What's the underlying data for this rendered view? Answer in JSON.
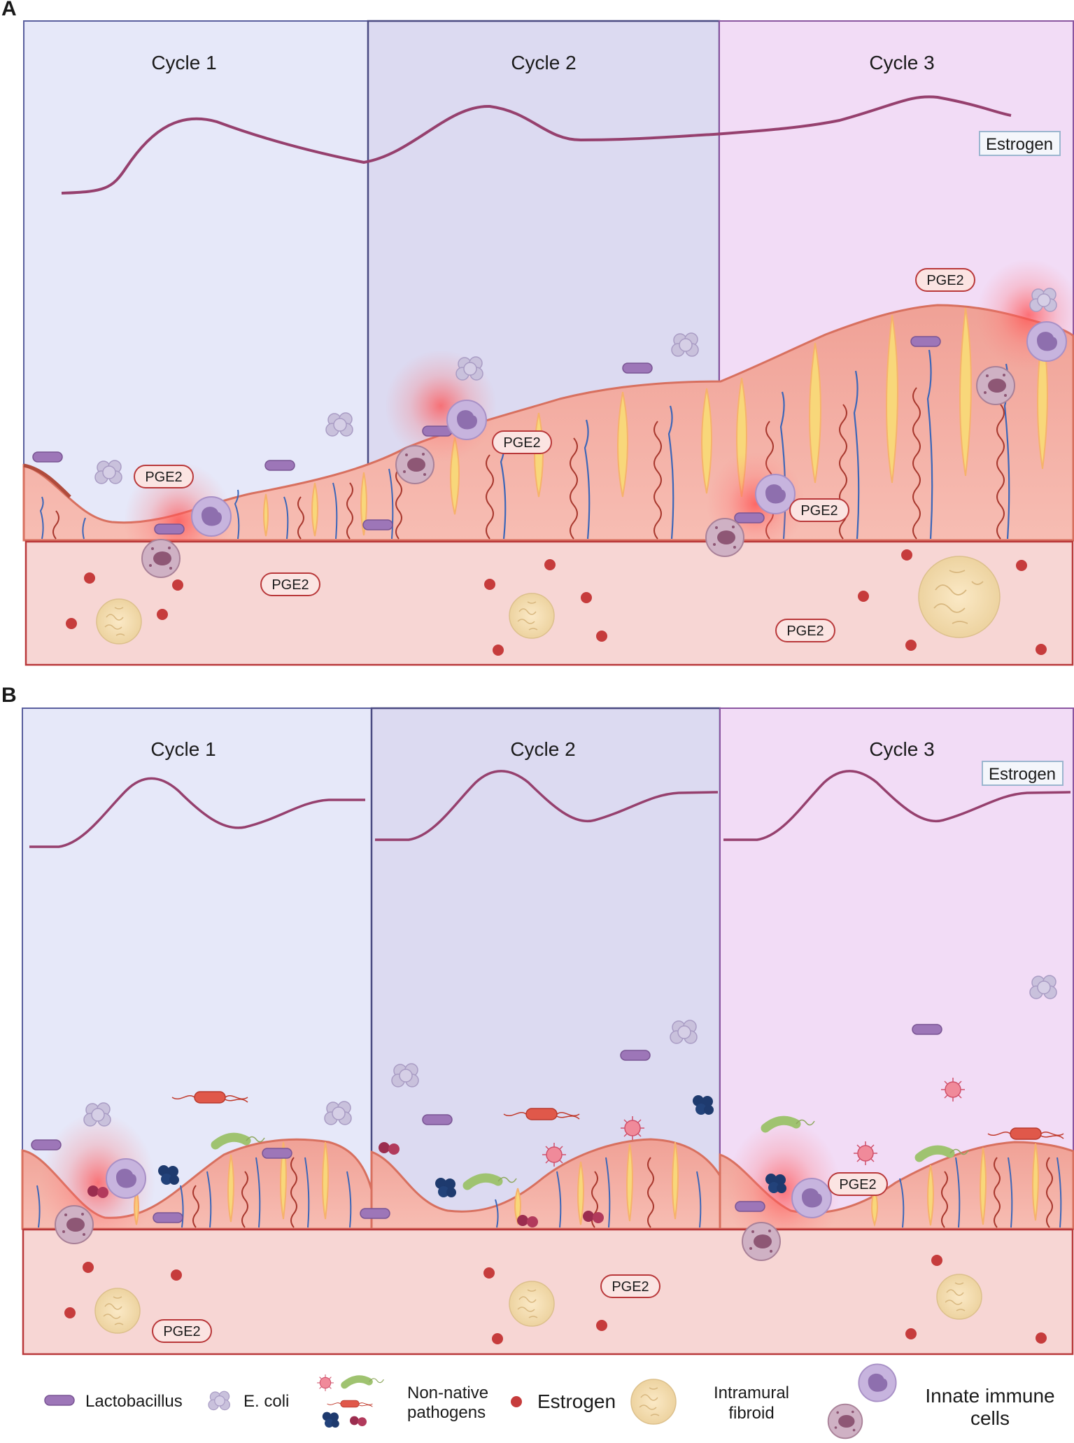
{
  "panels": [
    {
      "letter": "A",
      "cycles": [
        "Cycle 1",
        "Cycle 2",
        "Cycle 3"
      ],
      "estrogen_label": "Estrogen",
      "pge2_labels": [
        "PGE2",
        "PGE2",
        "PGE2",
        "PGE2",
        "PGE2",
        "PGE2"
      ]
    },
    {
      "letter": "B",
      "cycles": [
        "Cycle 1",
        "Cycle 2",
        "Cycle 3"
      ],
      "estrogen_label": "Estrogen",
      "pge2_labels": [
        "PGE2",
        "PGE2",
        "PGE2"
      ]
    }
  ],
  "legend": {
    "lactobacillus": "Lactobacillus",
    "ecoli": "E. coli",
    "pathogens_line1": "Non-native",
    "pathogens_line2": "pathogens",
    "estrogen": "Estrogen",
    "fibroid_line1": "Intramural",
    "fibroid_line2": "fibroid",
    "immune_line1": "Innate immune",
    "immune_line2": "cells"
  },
  "colors": {
    "cycle1_bg": "#e6e8f9",
    "cycle2_bg": "#dcdaf1",
    "cycle3_bg": "#f2dcf6",
    "estrogen_curve": "#96406e",
    "tissue": "#f2a59a",
    "myometrium": "#f7d6d4",
    "estrogen_dot": "#c63c3c",
    "lactobacillus": "#9b72b6",
    "ecoli": "#c5bcd8"
  }
}
